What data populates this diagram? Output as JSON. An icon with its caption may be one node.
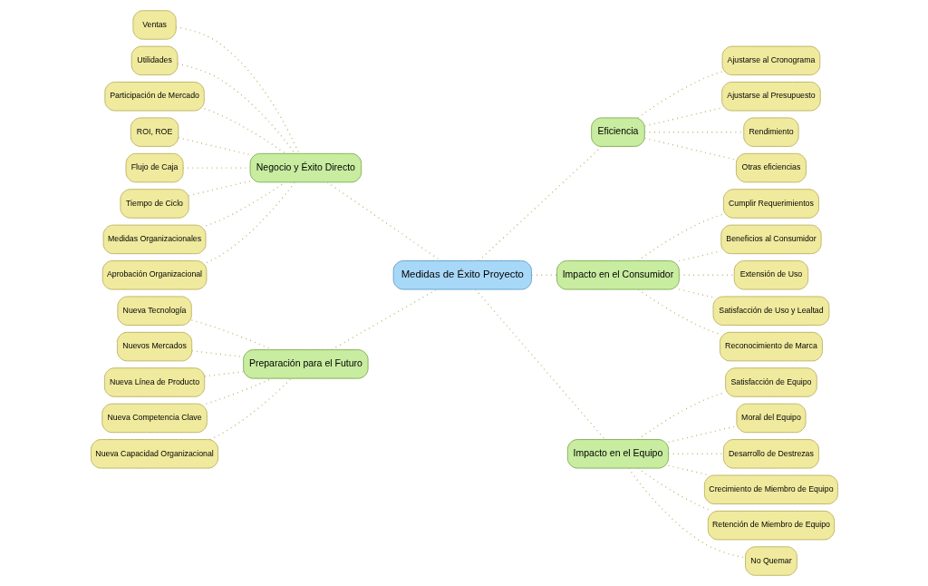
{
  "diagram": {
    "nodes": [
      {
        "text": [
          "Medidas de Éxito Proyecto"
        ]
      },
      {
        "text": [
          "Negocio y Éxito Directo"
        ]
      },
      {
        "text": [
          "Ventas"
        ]
      },
      {
        "text": [
          "Utilidades"
        ]
      },
      {
        "text": [
          "Participación de Mercado"
        ]
      },
      {
        "text": [
          "ROI, ROE"
        ]
      },
      {
        "text": [
          "Flujo de Caja"
        ]
      },
      {
        "text": [
          "Tiempo de Ciclo"
        ]
      },
      {
        "text": [
          "Medidas Organizacionales"
        ]
      },
      {
        "text": [
          "Aprobación Organizacional"
        ]
      },
      {
        "text": [
          "Preparación para el Futuro"
        ]
      },
      {
        "text": [
          "Nueva Tecnología"
        ]
      },
      {
        "text": [
          "Nuevos Mercados"
        ]
      },
      {
        "text": [
          "Nueva Línea de Producto"
        ]
      },
      {
        "text": [
          "Nueva Competencia Clave"
        ]
      },
      {
        "text": [
          "Nueva Capacidad Organizacional"
        ]
      },
      {
        "text": [
          "Eficiencia"
        ]
      },
      {
        "text": [
          "Ajustarse al Cronograma"
        ]
      },
      {
        "text": [
          "Ajustarse al Presupuesto"
        ]
      },
      {
        "text": [
          "Rendimiento"
        ]
      },
      {
        "text": [
          "Otras eficiencias"
        ]
      },
      {
        "text": [
          "Impacto en el Consumidor"
        ]
      },
      {
        "text": [
          "Cumplir Requerimientos"
        ]
      },
      {
        "text": [
          "Beneficios al Consumidor"
        ]
      },
      {
        "text": [
          "Extensión de Uso"
        ]
      },
      {
        "text": [
          "Satisfacción de Uso y Lealtad"
        ]
      },
      {
        "text": [
          "Reconocimiento de Marca"
        ]
      },
      {
        "text": [
          "Impacto en el Equipo"
        ]
      },
      {
        "text": [
          "Satisfacción de Equipo"
        ]
      },
      {
        "text": [
          "Moral del Equipo"
        ]
      },
      {
        "text": [
          "Desarrollo de Destrezas"
        ]
      },
      {
        "text": [
          "Crecimiento de Miembro de Equipo"
        ]
      },
      {
        "text": [
          "Retención de Miembro de Equipo"
        ]
      },
      {
        "text": [
          "No Quemar"
        ]
      }
    ],
    "edges": [
      {
        "from": 0,
        "to": 1,
        "arrow": "none"
      },
      {
        "from": 1,
        "to": 2,
        "arrow": "none"
      },
      {
        "from": 1,
        "to": 3,
        "arrow": "none"
      },
      {
        "from": 1,
        "to": 4,
        "arrow": "none"
      },
      {
        "from": 1,
        "to": 5,
        "arrow": "none"
      },
      {
        "from": 1,
        "to": 6,
        "arrow": "none"
      },
      {
        "from": 1,
        "to": 7,
        "arrow": "none"
      },
      {
        "from": 1,
        "to": 8,
        "arrow": "none"
      },
      {
        "from": 1,
        "to": 9,
        "arrow": "none"
      },
      {
        "from": 0,
        "to": 10,
        "arrow": "none"
      },
      {
        "from": 10,
        "to": 11,
        "arrow": "none"
      },
      {
        "from": 10,
        "to": 12,
        "arrow": "none"
      },
      {
        "from": 10,
        "to": 13,
        "arrow": "none"
      },
      {
        "from": 10,
        "to": 14,
        "arrow": "none"
      },
      {
        "from": 10,
        "to": 15,
        "arrow": "none"
      },
      {
        "from": 0,
        "to": 16,
        "arrow": "none"
      },
      {
        "from": 16,
        "to": 17,
        "arrow": "none"
      },
      {
        "from": 16,
        "to": 18,
        "arrow": "none"
      },
      {
        "from": 16,
        "to": 19,
        "arrow": "none"
      },
      {
        "from": 16,
        "to": 20,
        "arrow": "none"
      },
      {
        "from": 0,
        "to": 21,
        "arrow": "none"
      },
      {
        "from": 21,
        "to": 22,
        "arrow": "none"
      },
      {
        "from": 21,
        "to": 23,
        "arrow": "none"
      },
      {
        "from": 21,
        "to": 24,
        "arrow": "none"
      },
      {
        "from": 21,
        "to": 25,
        "arrow": "none"
      },
      {
        "from": 21,
        "to": 26,
        "arrow": "none"
      },
      {
        "from": 0,
        "to": 27,
        "arrow": "none"
      },
      {
        "from": 27,
        "to": 28,
        "arrow": "none"
      },
      {
        "from": 27,
        "to": 29,
        "arrow": "none"
      },
      {
        "from": 27,
        "to": 30,
        "arrow": "none"
      },
      {
        "from": 27,
        "to": 31,
        "arrow": "none"
      },
      {
        "from": 27,
        "to": 32,
        "arrow": "none"
      },
      {
        "from": 27,
        "to": 33,
        "arrow": "none"
      }
    ]
  }
}
